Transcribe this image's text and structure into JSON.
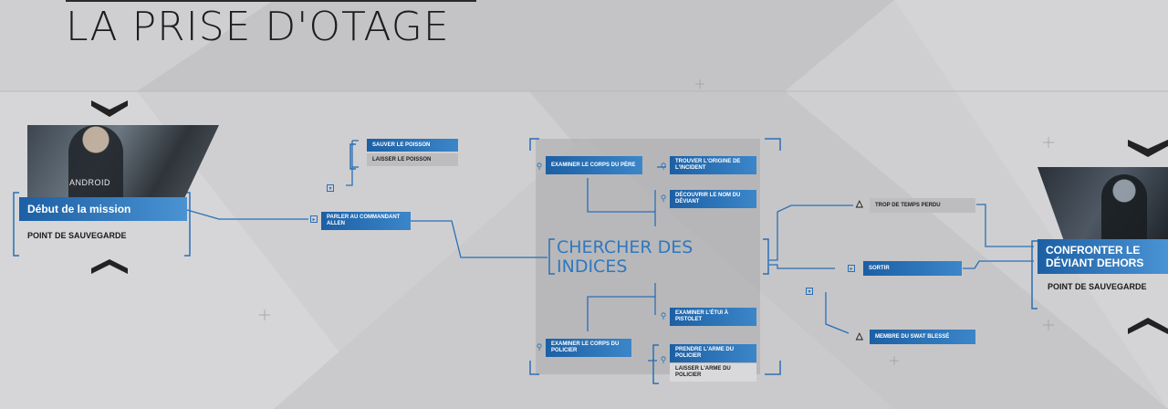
{
  "title": "LA PRISE D'OTAGE",
  "start": {
    "title": "Début de la mission",
    "subtitle": "POINT DE SAUVEGARDE",
    "thumb_text": "ANDROID"
  },
  "end": {
    "title_line1": "CONFRONTER LE",
    "title_line2": "DÉVIANT DEHORS",
    "subtitle": "POINT DE SAUVEGARDE"
  },
  "hub": {
    "line1": "CHERCHER DES",
    "line2": "INDICES"
  },
  "nodes": {
    "sauver": "SAUVER LE POISSON",
    "laisser": "LAISSER LE POISSON",
    "parler": "PARLER AU COMMANDANT ALLEN",
    "corps_pere": "EXAMINER LE CORPS DU PÈRE",
    "origine": "TROUVER L'ORIGINE DE L'INCIDENT",
    "nom": "DÉCOUVRIR LE NOM DU DÉVIANT",
    "etui": "EXAMINER L'ÉTUI À PISTOLET",
    "corps_policier": "EXAMINER LE CORPS DU POLICIER",
    "prendre": "PRENDRE L'ARME DU POLICIER",
    "laisser_arme": "LAISSER L'ARME DU POLICIER",
    "trop": "TROP DE TEMPS PERDU",
    "sortir": "SORTIR",
    "swat": "MEMBRE DU SWAT BLESSÉ"
  },
  "colors": {
    "accent": "#2a6fb5",
    "node_blue": "#1c5fa4",
    "background": "#cfcfd1"
  },
  "icons": [
    "search-icon",
    "chevron-icon",
    "triangle-icon",
    "down-arrow-icon"
  ]
}
